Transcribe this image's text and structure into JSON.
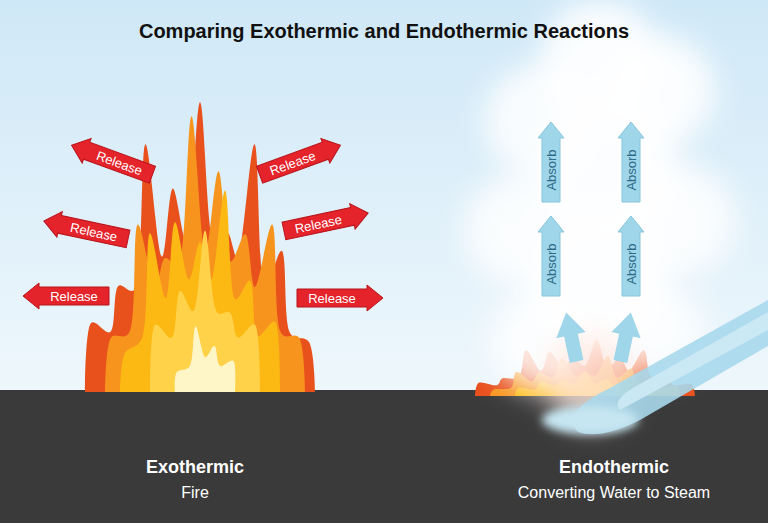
{
  "diagram": {
    "title": "Comparing Exothermic and Endothermic Reactions",
    "nodes": [
      {
        "text": [
          "Release"
        ]
      },
      {
        "text": [
          "Release"
        ]
      },
      {
        "text": [
          "Release"
        ]
      },
      {
        "text": [
          "Release"
        ]
      },
      {
        "text": [
          "Release"
        ]
      },
      {
        "text": [
          "Release"
        ]
      },
      {
        "text": [
          "Absorb"
        ]
      },
      {
        "text": [
          "Absorb"
        ]
      },
      {
        "text": [
          "Absorb"
        ]
      },
      {
        "text": [
          "Absorb"
        ]
      }
    ],
    "labels": [
      "Exothermic",
      "Fire",
      "Endothermic",
      "Converting Water to Steam"
    ]
  }
}
